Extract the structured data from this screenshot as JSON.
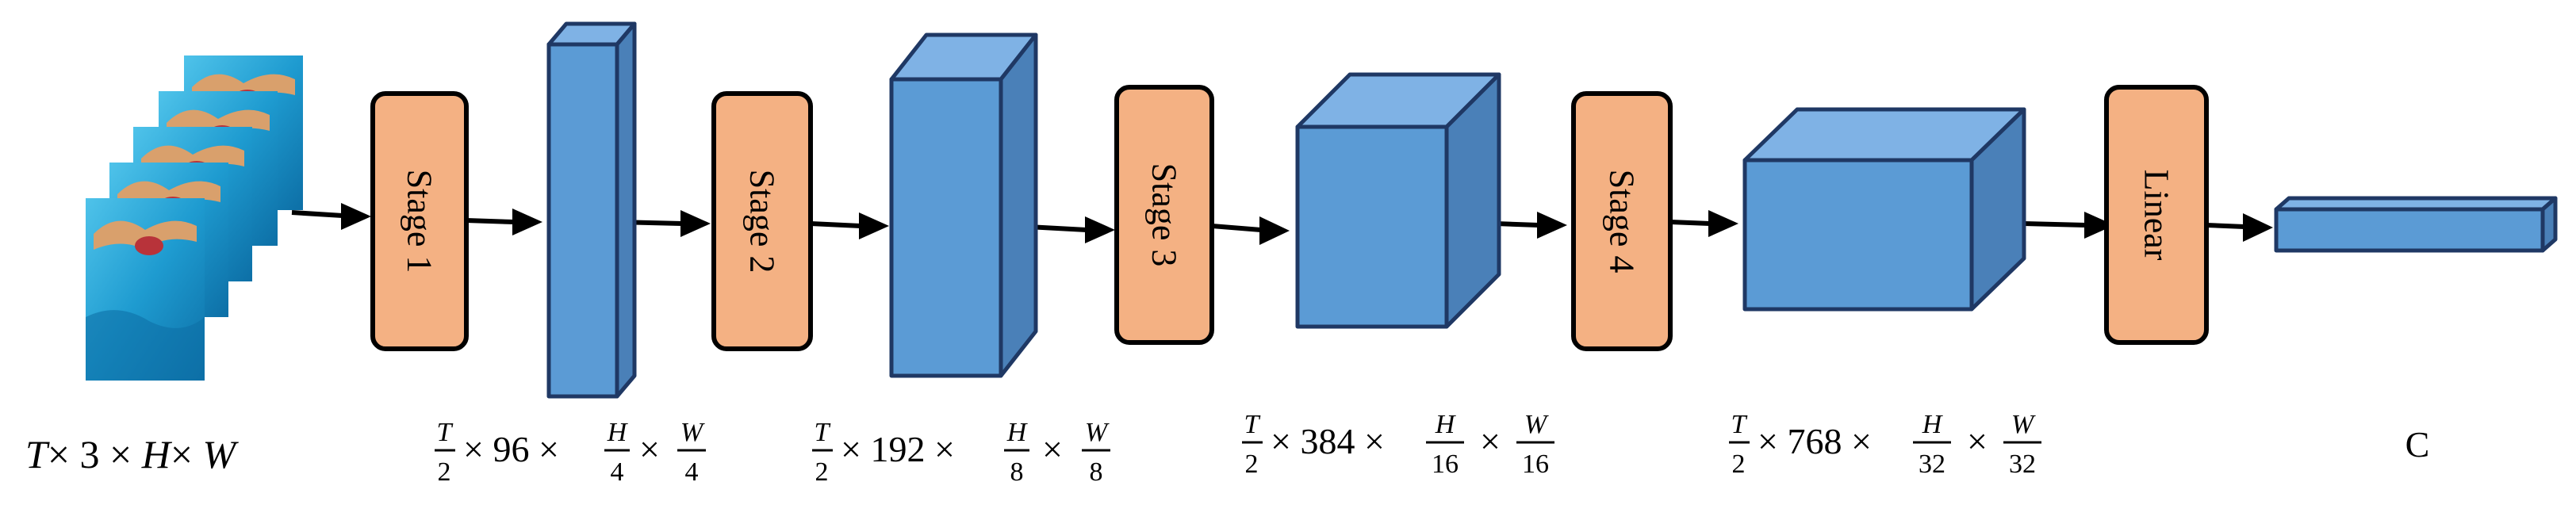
{
  "stages": [
    "Stage 1",
    "Stage 2",
    "Stage 3",
    "Stage 4"
  ],
  "linear_label": "Linear",
  "input_label": {
    "t": "T",
    "rest": "× 3 × ",
    "h": "H",
    "x": "× ",
    "w": "W"
  },
  "shapes": [
    {
      "num": "T",
      "den": "2",
      "c": "× 96 ×",
      "hn": "H",
      "hd": "4",
      "wn": "W",
      "wd": "4"
    },
    {
      "num": "T",
      "den": "2",
      "c": "× 192 ×",
      "hn": "H",
      "hd": "8",
      "wn": "W",
      "wd": "8"
    },
    {
      "num": "T",
      "den": "2",
      "c": "× 384 ×",
      "hn": "H",
      "hd": "16",
      "wn": "W",
      "wd": "16"
    },
    {
      "num": "T",
      "den": "2",
      "c": "× 768 ×",
      "hn": "H",
      "hd": "32",
      "wn": "W",
      "wd": "32"
    }
  ],
  "output_label": "C",
  "colors": {
    "stage_fill": "#f4b183",
    "tensor_fill": "#5b9bd5",
    "water": "#1e9bd0"
  },
  "icons": [
    "swimmer-video-frame"
  ]
}
